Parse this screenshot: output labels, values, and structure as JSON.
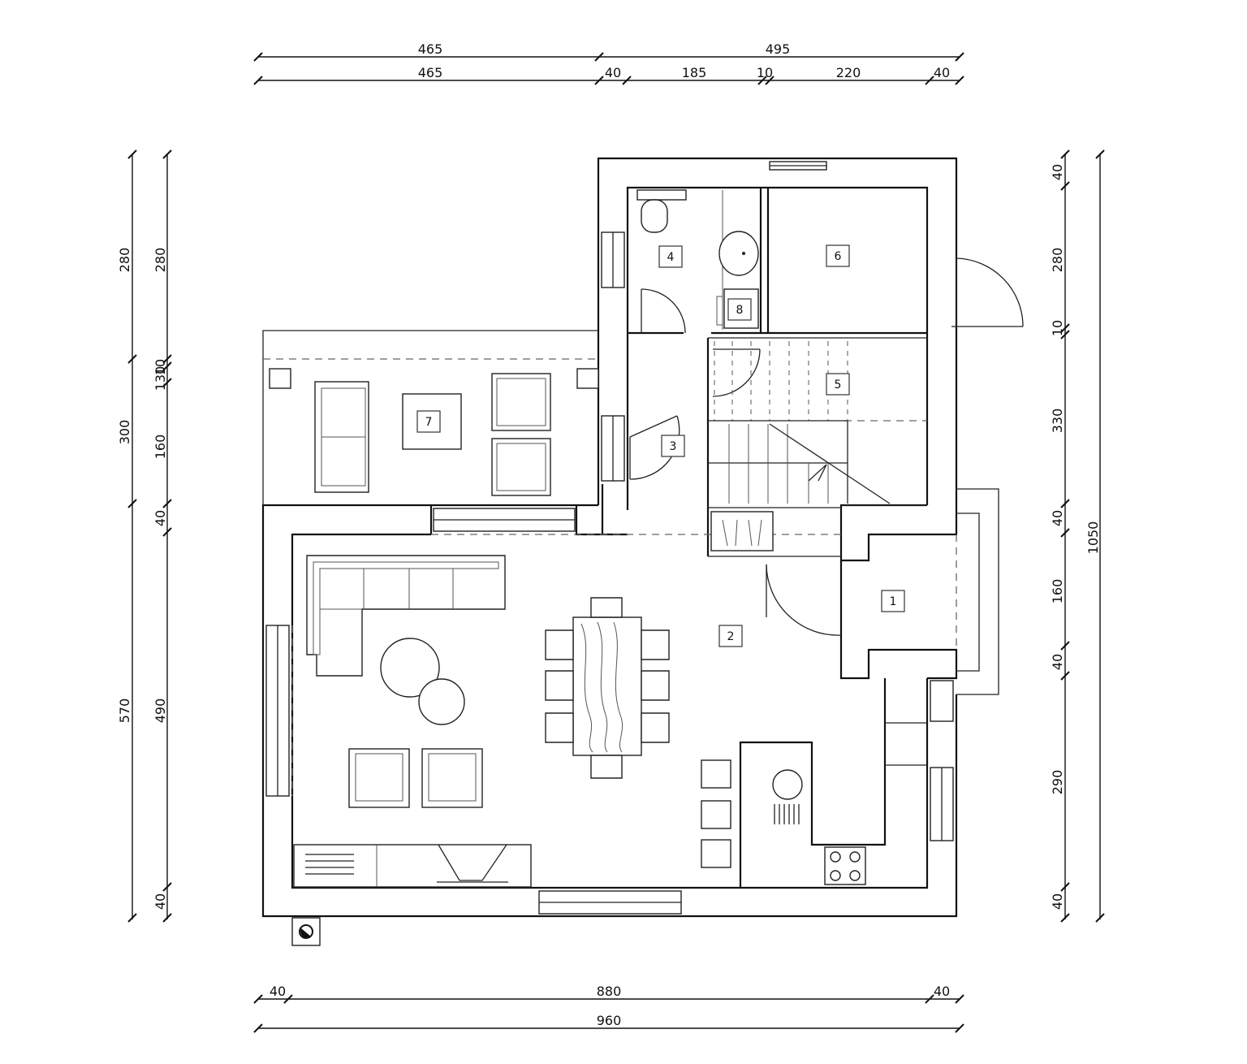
{
  "room_numbers": [
    {
      "id": "1",
      "label": "1",
      "at": "entrance"
    },
    {
      "id": "2",
      "label": "2",
      "at": "living-dining-kitchen"
    },
    {
      "id": "3",
      "label": "3",
      "at": "hall"
    },
    {
      "id": "4",
      "label": "4",
      "at": "bathroom"
    },
    {
      "id": "5",
      "label": "5",
      "at": "staircase"
    },
    {
      "id": "6",
      "label": "6",
      "at": "room"
    },
    {
      "id": "7",
      "label": "7",
      "at": "terrace"
    },
    {
      "id": "8",
      "label": "8",
      "at": "wc"
    }
  ],
  "dimensions": {
    "top_row_1": [
      "465",
      "495"
    ],
    "top_row_2": [
      "465",
      "40",
      "185",
      "10",
      "220",
      "40"
    ],
    "bottom_row_1": [
      "40",
      "880",
      "40"
    ],
    "bottom_row_2": [
      "960"
    ],
    "left_outer": [
      "280",
      "300",
      "570"
    ],
    "left_inner": [
      "280",
      "10",
      "130",
      "160",
      "40",
      "490",
      "40"
    ],
    "right_inner": [
      "40",
      "280",
      "10",
      "330",
      "40",
      "160",
      "40",
      "290",
      "40"
    ],
    "right_outer": [
      "1050"
    ]
  },
  "colors": {
    "line": "#111111",
    "background": "#ffffff"
  }
}
